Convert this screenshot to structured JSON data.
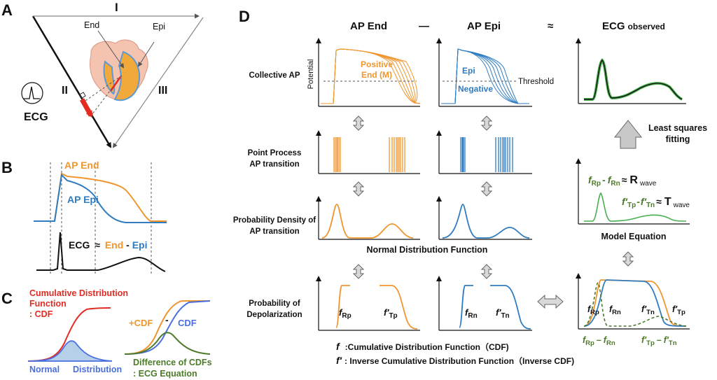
{
  "colors": {
    "orange": "#f0962e",
    "blue": "#2f7cc1",
    "black": "#111111",
    "green": "#2e7d32",
    "lightgreen": "#4ab04f",
    "red": "#e42b22",
    "cdf_blue": "#4a6ee0",
    "shade": "#b7d0ea",
    "darkgreen": "#4c7a28"
  },
  "panelA": {
    "letter": "A",
    "lead_I": "I",
    "lead_II": "II",
    "lead_III": "III",
    "end_label": "End",
    "epi_label": "Epi",
    "ecg_label": "ECG"
  },
  "panelB": {
    "letter": "B",
    "ap_end": "AP End",
    "ap_epi": "AP Epi",
    "eq_ecg": "ECG",
    "eq_approx": "≈",
    "eq_end": "End",
    "eq_dash": "-",
    "eq_epi": "Epi"
  },
  "panelC": {
    "letter": "C",
    "cdf_l1": "Cumulative Distribution",
    "cdf_l2": "Function",
    "cdf_l3": ": CDF",
    "normal": "Normal",
    "distribution": "Distribution",
    "plus_cdf": "+CDF",
    "minus": "-",
    "minus_cdf": "CDF",
    "diff_l1": "Difference of CDFs",
    "diff_l2": ": ECG Equation"
  },
  "panelD": {
    "letter": "D",
    "col_end": "AP End",
    "col_minus": "—",
    "col_epi": "AP Epi",
    "col_approx": "≈",
    "col_ecg": "ECG",
    "col_ecg_sub": "observed",
    "rows": {
      "r1": "Collective AP",
      "r2a": "Point Process",
      "r2b": "AP transition",
      "r3a": "Probability Density of",
      "r3b": "AP transition",
      "r4a": "Probability of",
      "r4b": "Depolarization"
    },
    "potential": "Potential",
    "positive": "Positive",
    "end_m": "End (M)",
    "epi": "Epi",
    "negative": "Negative",
    "threshold": "Threshold",
    "normal_dist": "Normal Distribution Function",
    "f_rp": "f",
    "f_rp_sub": "Rp",
    "f_tp": "f′",
    "f_tp_sub": "Tp",
    "f_rn": "f",
    "f_rn_sub": "Rn",
    "f_tn": "f′",
    "f_tn_sub": "Tn",
    "least_l1": "Least squares",
    "least_l2": "fitting",
    "model_eq": "Model Equation",
    "r_eq_f1": "f",
    "r_eq_s1": "Rp",
    "r_eq_m": "-",
    "r_eq_f2": "f",
    "r_eq_s2": "Rn",
    "r_eq_approx": "≈",
    "r_eq_R": "R",
    "r_eq_wave": "wave",
    "t_eq_f1": "f′",
    "t_eq_s1": "Tp",
    "t_eq_m": "-",
    "t_eq_f2": "f′",
    "t_eq_s2": "Tn",
    "t_eq_approx": "≈",
    "t_eq_T": "T",
    "t_eq_wave": "wave",
    "legend1_f": "f",
    "legend1_text": ":Cumulative Distribution Function（CDF)",
    "legend2_f": "f′",
    "legend2_text": ": Inverse Cumulative Distribution Function（Inverse CDF)",
    "bot_l1": "f",
    "bot_s1": "Rp",
    "bot_m1": "–",
    "bot_l2": "f",
    "bot_s2": "Rn",
    "bot_l3": "f′",
    "bot_s3": "Tp",
    "bot_m2": "–",
    "bot_l4": "f′",
    "bot_s4": "Tn"
  }
}
